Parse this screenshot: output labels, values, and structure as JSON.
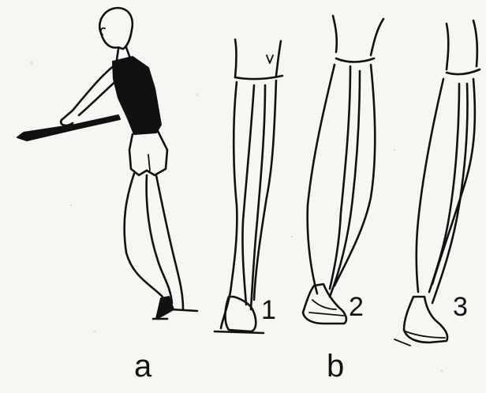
{
  "figure": {
    "panels": [
      {
        "id": "a",
        "label": "a"
      },
      {
        "id": "b",
        "label": "b"
      }
    ],
    "steps": [
      {
        "label": "1"
      },
      {
        "label": "2"
      },
      {
        "label": "3"
      }
    ]
  },
  "colors": {
    "ink": "#111111",
    "paper": "#f6f6f3"
  }
}
